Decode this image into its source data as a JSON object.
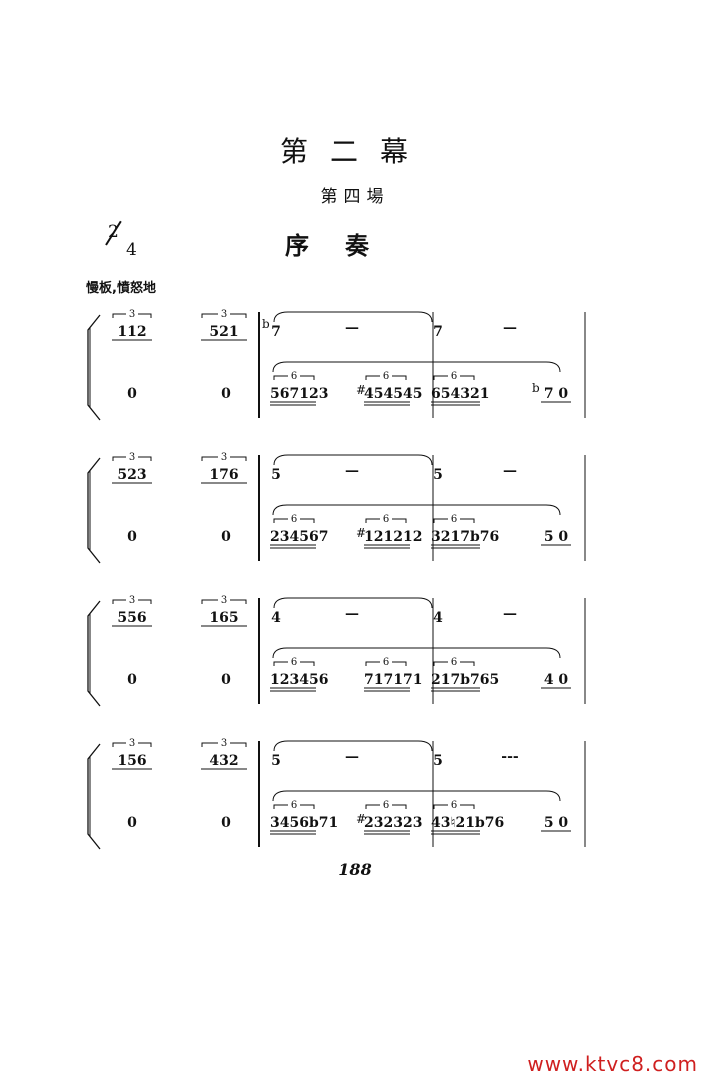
{
  "header": {
    "act": "第二幕",
    "scene": "第四場",
    "time_signature": {
      "beats": "2",
      "unit": "4"
    },
    "piece_title": "序奏",
    "tempo_marking": "慢板,憤怒地"
  },
  "score": {
    "systems": [
      {
        "upper": {
          "pickup1": "112",
          "pickup2": "521",
          "m1_acc": "b",
          "m1": "7",
          "m1_hold": "—",
          "m2": "7",
          "m2_hold": "—"
        },
        "lower": {
          "pickup1": "0",
          "pickup2": "0",
          "g1": "567123",
          "g2_acc": "#",
          "g2": "454545",
          "g3": "654321",
          "g4_acc": "b",
          "g4": "7 0"
        }
      },
      {
        "upper": {
          "pickup1": "523",
          "pickup2": "176",
          "m1_acc": "",
          "m1": "5",
          "m1_hold": "—",
          "m2": "5",
          "m2_hold": "—"
        },
        "lower": {
          "pickup1": "0",
          "pickup2": "0",
          "g1": "234567",
          "g2_acc": "#",
          "g2": "121212",
          "g3": "3217b76",
          "g4_acc": "",
          "g4": "5 0"
        }
      },
      {
        "upper": {
          "pickup1": "556",
          "pickup2": "165",
          "m1_acc": "",
          "m1": "4",
          "m1_hold": "—",
          "m2": "4",
          "m2_hold": "—"
        },
        "lower": {
          "pickup1": "0",
          "pickup2": "0",
          "g1": "123456",
          "g2_acc": "",
          "g2": "717171",
          "g3": "217b765",
          "g4_acc": "",
          "g4": "4 0"
        }
      },
      {
        "upper": {
          "pickup1": "156",
          "pickup2": "432",
          "m1_acc": "",
          "m1": "5",
          "m1_hold": "—",
          "m2": "5",
          "m2_hold": "---"
        },
        "lower": {
          "pickup1": "0",
          "pickup2": "0",
          "g1": "3456b71",
          "g2_acc": "#",
          "g2": "232323",
          "g3": "43♮21b76",
          "g4_acc": "",
          "g4": "5 0"
        }
      }
    ],
    "triplet_mark": "3",
    "sextuplet_mark": "6"
  },
  "footer": {
    "page_number": "188",
    "watermark": "www.ktvc8.com"
  }
}
